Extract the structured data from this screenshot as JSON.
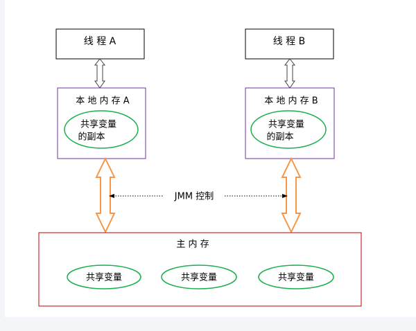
{
  "thread_a": {
    "label": "线 程 A"
  },
  "thread_b": {
    "label": "线 程 B"
  },
  "local_memory_a": {
    "title": "本 地 内 存 A",
    "copy_line1": "共享变量",
    "copy_line2": "的副本"
  },
  "local_memory_b": {
    "title": "本 地 内 存 B",
    "copy_line1": "共享变量",
    "copy_line2": "的副本"
  },
  "jmm_control": {
    "label": "JMM 控制"
  },
  "main_memory": {
    "title": "主 内 存",
    "variables": [
      "共享变量",
      "共享变量",
      "共享变量"
    ]
  },
  "colors": {
    "thread_border": "#000000",
    "local_memory_border": "#7030a0",
    "main_memory_border": "#c00000",
    "ellipse_border": "#1aae4f",
    "orange_arrow": "#f79646",
    "gray_arrow": "#404040"
  }
}
